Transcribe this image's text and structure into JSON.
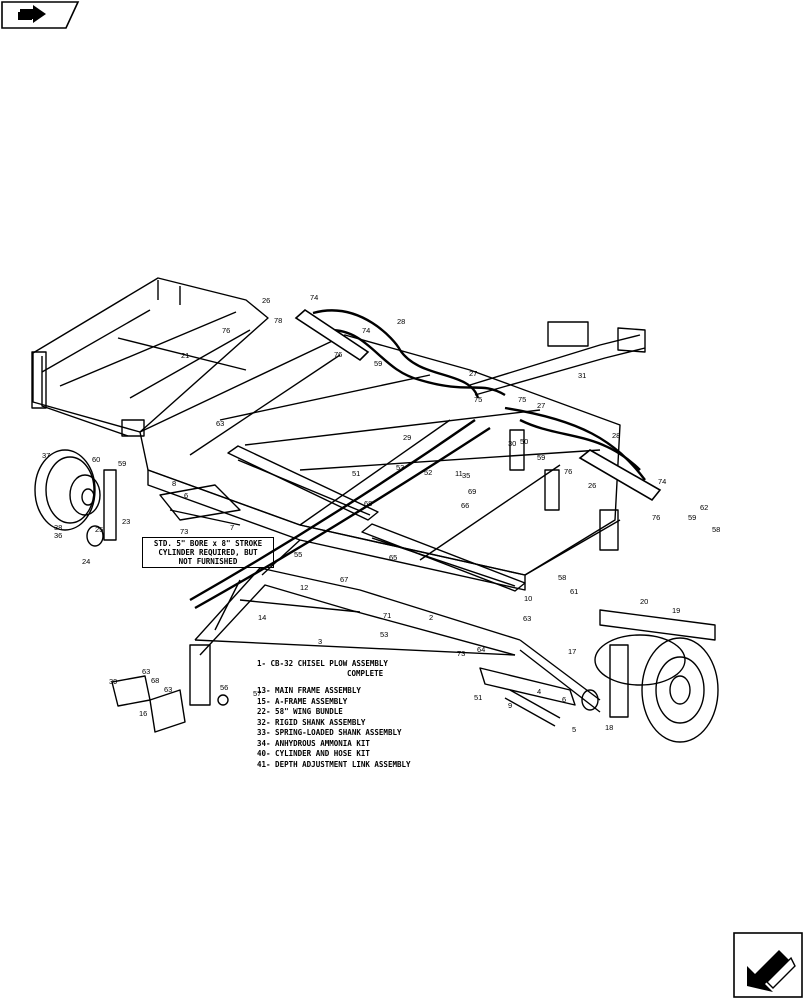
{
  "legend": {
    "title_line1": "1- CB-32  CHISEL PLOW ASSEMBLY",
    "title_line2": "COMPLETE",
    "items": [
      "13- MAIN FRAME ASSEMBLY",
      "15- A-FRAME ASSEMBLY",
      "22- 58\" WING BUNDLE",
      "32- RIGID SHANK ASSEMBLY",
      "33- SPRING-LOADED SHANK ASSEMBLY",
      "34- ANHYDROUS AMMONIA KIT",
      "40- CYLINDER AND HOSE KIT",
      "41- DEPTH ADJUSTMENT LINK ASSEMBLY"
    ]
  },
  "note": {
    "line1": "STD. 5\" BORE x 8\" STROKE",
    "line2": "CYLINDER REQUIRED, BUT",
    "line3": "NOT FURNISHED"
  },
  "callouts": {
    "c26a": "26",
    "c74a": "74",
    "c78": "78",
    "c76a": "76",
    "c28a": "28",
    "c74b": "74",
    "c76b": "76",
    "c59a": "59",
    "c21": "21",
    "c31": "31",
    "c27a": "27",
    "c75a": "75",
    "c75b": "75",
    "c27b": "27",
    "c29": "29",
    "c28b": "28",
    "c30": "30",
    "c50": "50",
    "c37": "37",
    "c60": "60",
    "c59b": "59",
    "c63a": "63",
    "c8": "8",
    "c6a": "6",
    "c38": "38",
    "c25": "25",
    "c36": "36",
    "c23": "23",
    "c24": "24",
    "c73a": "73",
    "c7": "7",
    "c51a": "51",
    "c53a": "53",
    "c52": "52",
    "c11": "11",
    "c35": "35",
    "c69": "69",
    "c66": "66",
    "c68": "68",
    "c65": "65",
    "c12": "12",
    "c67": "67",
    "c55": "55",
    "c59c": "59",
    "c76c": "76",
    "c74c": "74",
    "c26b": "26",
    "c59d": "59",
    "c62": "62",
    "c58a": "58",
    "c76d": "76",
    "c58b": "58",
    "c61": "61",
    "c10": "10",
    "c20": "20",
    "c19": "19",
    "c63b": "63",
    "c2": "2",
    "c14": "14",
    "c3": "3",
    "c71": "71",
    "c53b": "53",
    "c17": "17",
    "c73b": "73",
    "c64": "64",
    "c4": "4",
    "c51b": "51",
    "c9": "9",
    "c6b": "6",
    "c5": "5",
    "c18": "18",
    "c63c": "63",
    "c39": "39",
    "c68b": "68",
    "c63d": "63",
    "c56": "56",
    "c57": "57",
    "c16": "16"
  }
}
